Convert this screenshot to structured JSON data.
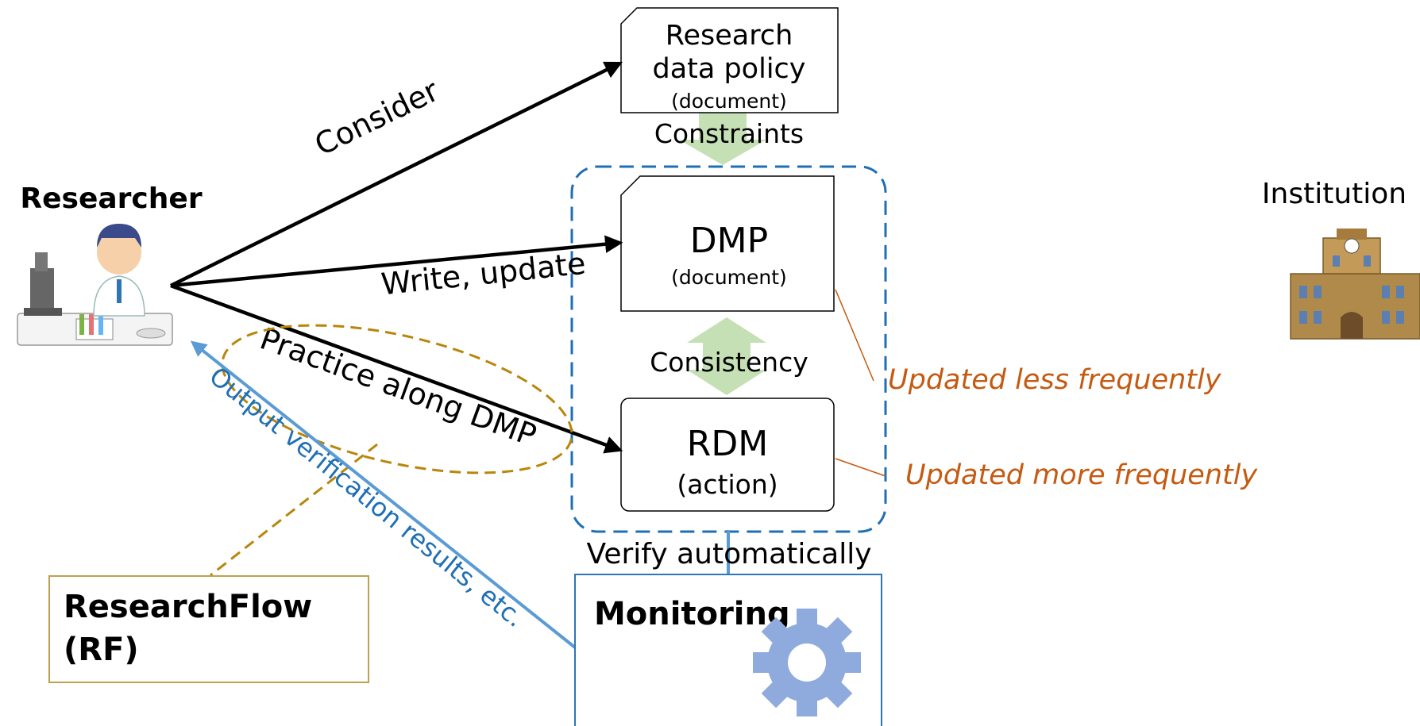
{
  "actors": {
    "researcher": "Researcher",
    "institution": "Institution"
  },
  "documents": {
    "policy": {
      "line1": "Research",
      "line2": "data policy",
      "line3": "(document)"
    },
    "dmp": {
      "title": "DMP",
      "subtitle": "(document)"
    },
    "rdm": {
      "title": "RDM",
      "subtitle": "(action)"
    }
  },
  "labels": {
    "constraints": "Constraints",
    "consistency": "Consistency",
    "consider": "Consider",
    "write_update": "Write, update",
    "practice": "Practice along DMP",
    "output": "Output verification results, etc.",
    "verify": "Verify automatically",
    "less_freq": "Updated less frequently",
    "more_freq": "Updated more frequently"
  },
  "boxes": {
    "researchflow_line1": "ResearchFlow",
    "researchflow_line2": "(RF)",
    "monitoring": "Monitoring"
  },
  "icons": {
    "researcher": "scientist-microscope-icon",
    "institution": "university-building-icon",
    "monitoring": "gear-icon"
  },
  "colors": {
    "black_arrow": "#000000",
    "blue_arrow": "#5b9bd5",
    "dashed_group": "#1f6fb5",
    "green_arrow": "#c5e0b4",
    "orange_text": "#c55a11",
    "gold_dashed": "#b8860b",
    "gear": "#8faadc"
  }
}
